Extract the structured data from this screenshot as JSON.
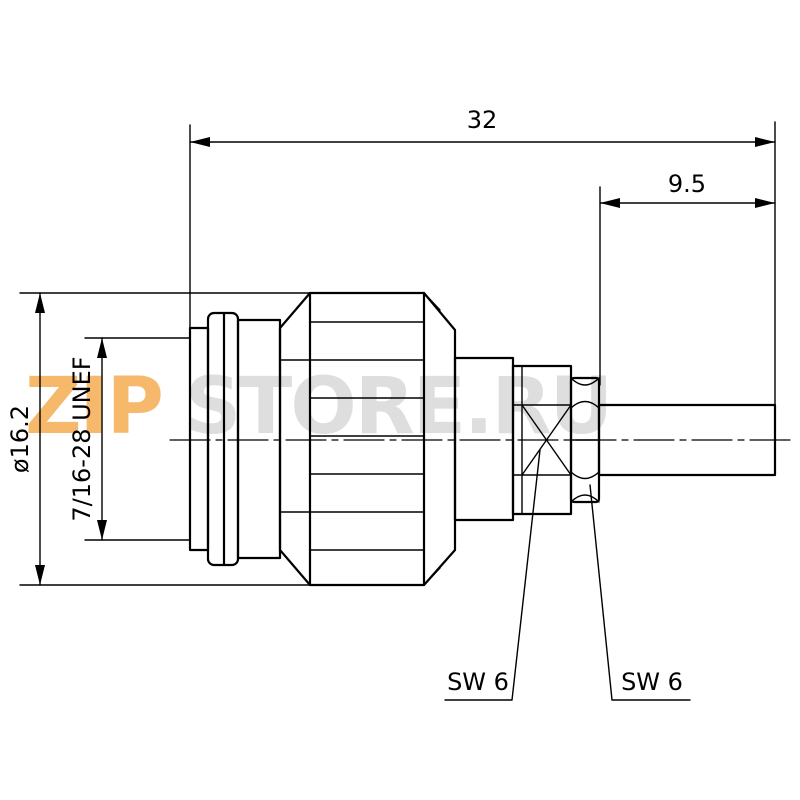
{
  "drawing": {
    "dim_overall_length": "32",
    "dim_pin_length": "9.5",
    "dim_diameter": "ø16.2",
    "dim_thread": "7/16-28 UNEF",
    "wrench_1": "SW 6",
    "wrench_2": "SW 6"
  },
  "watermark": {
    "part1": "ZIP",
    "part2": "STORE.RU",
    "color1": "#f4a13a",
    "color2": "#d3d3d3"
  }
}
